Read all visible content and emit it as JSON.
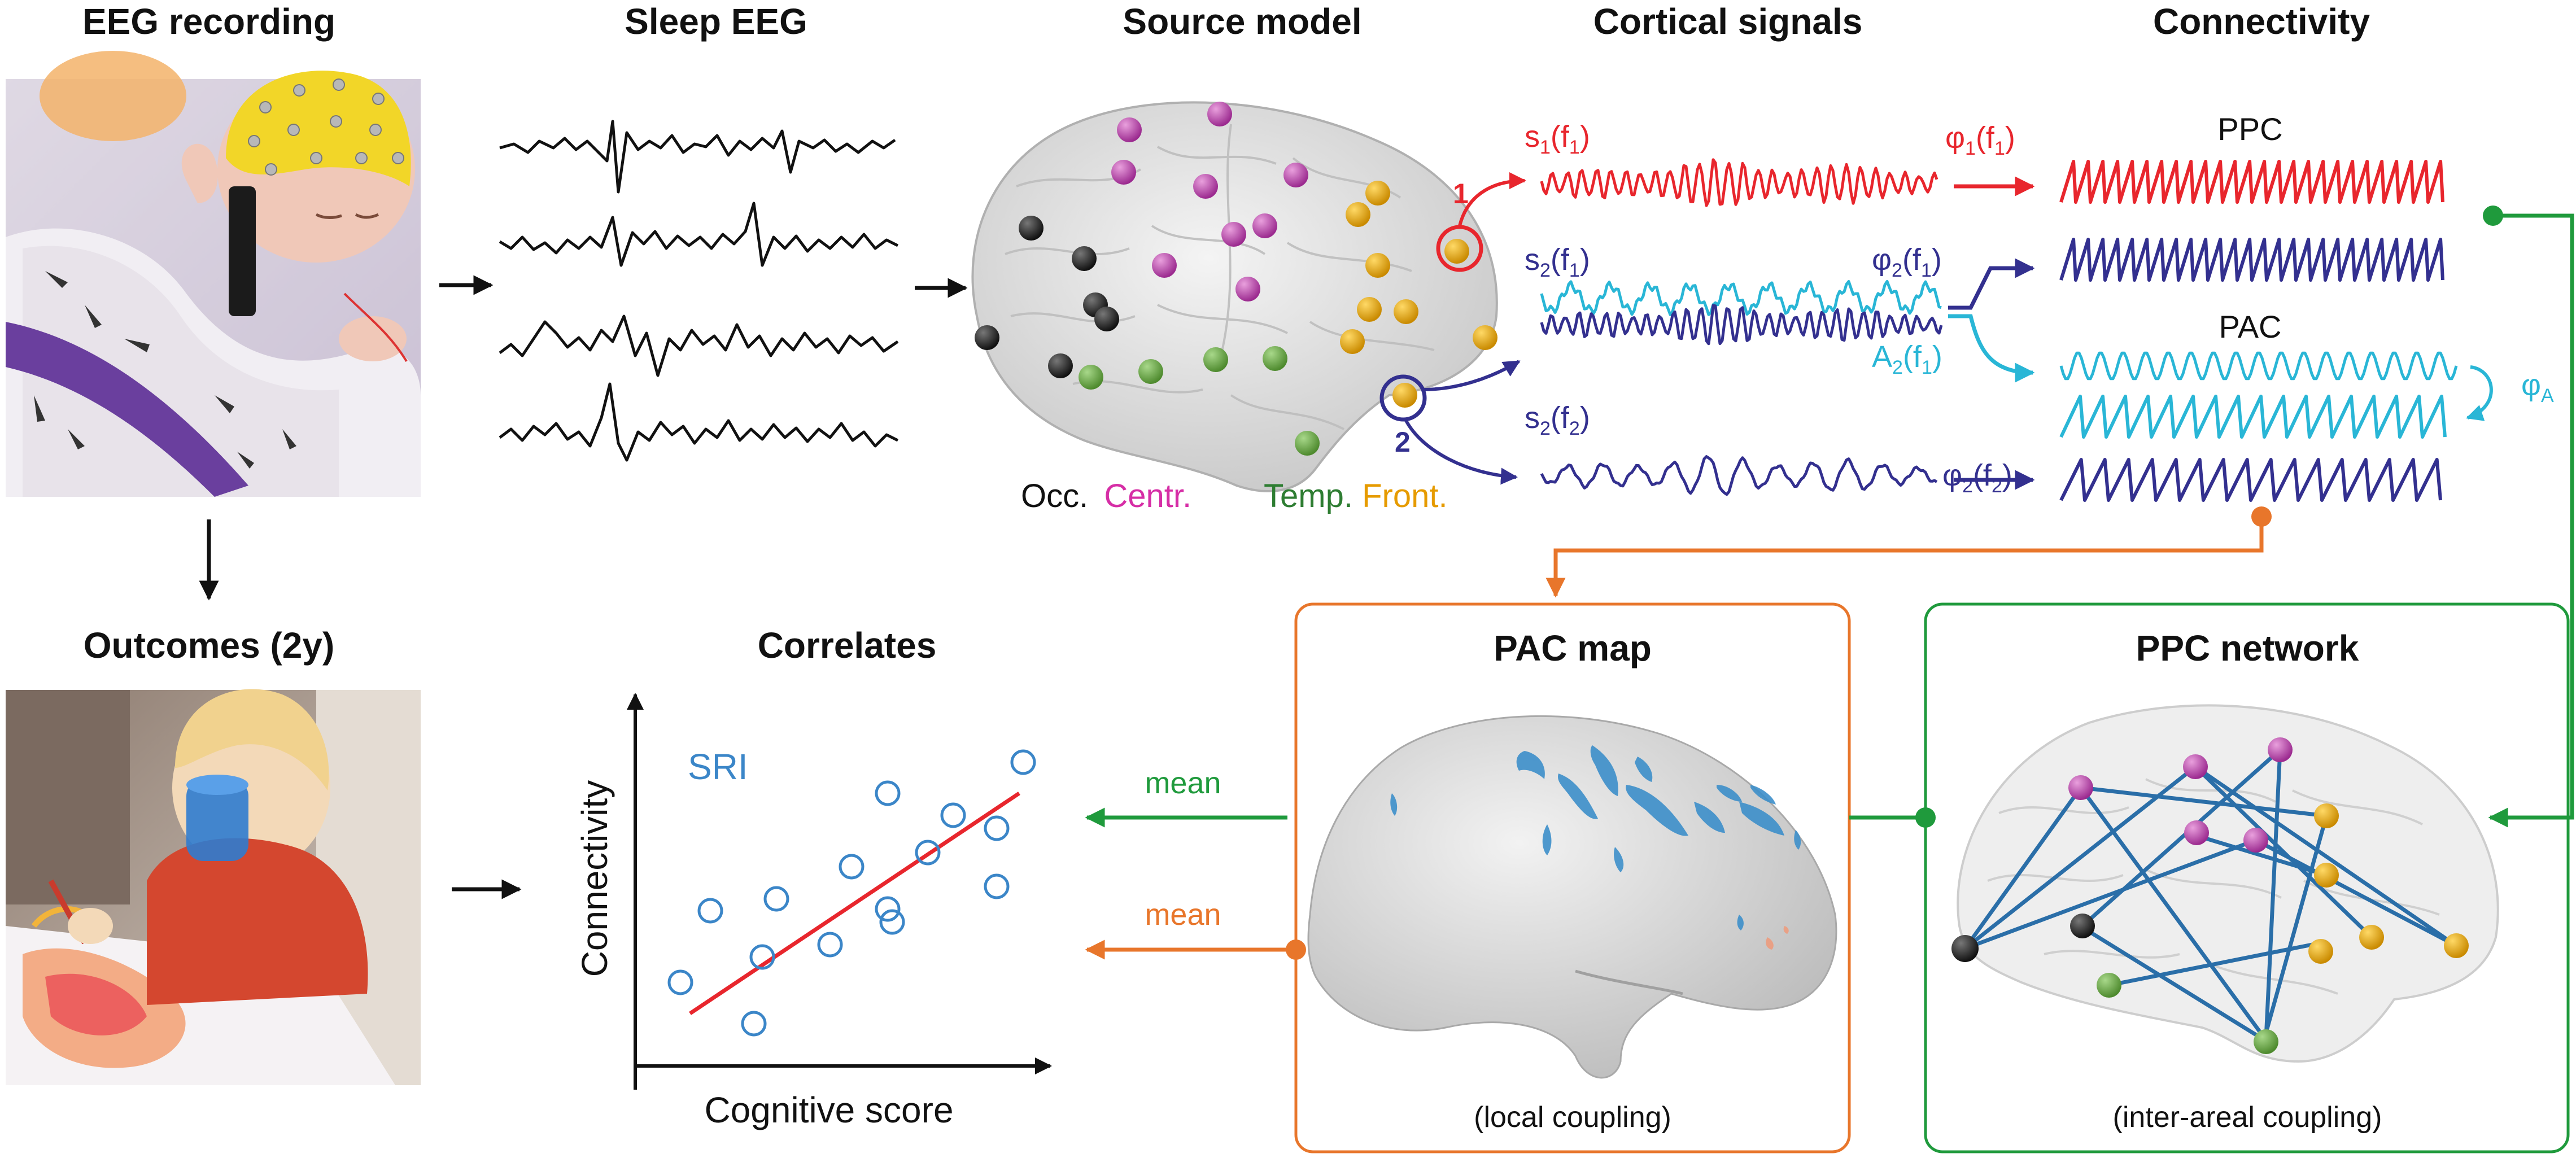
{
  "headings": {
    "eeg_recording": "EEG recording",
    "sleep_eeg": "Sleep EEG",
    "source_model": "Source model",
    "cortical_signals": "Cortical signals",
    "connectivity": "Connectivity",
    "outcomes": "Outcomes (2y)",
    "correlates": "Correlates",
    "pac_map": "PAC map",
    "ppc_network": "PPC network"
  },
  "source_model": {
    "region_labels": [
      {
        "text": "Occ.",
        "color": "#111111"
      },
      {
        "text": "Centr.",
        "color": "#d62ea6"
      },
      {
        "text": "Temp.",
        "color": "#2e7d32"
      },
      {
        "text": "Front.",
        "color": "#e69b00"
      }
    ],
    "marker_labels": [
      "1",
      "2"
    ]
  },
  "signals": {
    "s1_f1": "s1(f1)",
    "s2_f1": "s2(f1)",
    "s2_f2": "s2(f2)",
    "phi1_f1": "φ1(f1)",
    "phi2_f1": "φ2(f1)",
    "A2_f1": "A2(f1)",
    "phi2_f2": "φ2(f2)",
    "phiA": "φA"
  },
  "connectivity": {
    "ppc_label": "PPC",
    "pac_label": "PAC"
  },
  "panels": {
    "pac_caption": "(local coupling)",
    "ppc_caption": "(inter-areal coupling)",
    "mean_green": "mean",
    "mean_orange": "mean"
  },
  "correlates": {
    "xlabel": "Cognitive score",
    "ylabel": "Connectivity",
    "annotation": "SRI"
  },
  "colors": {
    "red": "#e8262d",
    "navy": "#33308f",
    "cyan": "#29b6d6",
    "green": "#1f9a3c",
    "orange": "#e8762b",
    "blue_marker": "#3b86c8",
    "magenta": "#d62ea6",
    "amber": "#e69b00"
  },
  "icons": [
    "arrow-icon",
    "brain-icon",
    "photo-infant-eeg-cap",
    "photo-toddler-painting"
  ]
}
